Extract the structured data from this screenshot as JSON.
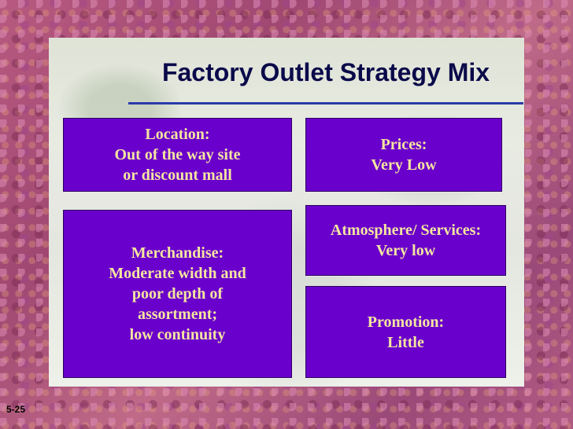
{
  "slide": {
    "title": "Factory Outlet Strategy Mix",
    "number": "5-25"
  },
  "boxes": {
    "location": [
      "Location:",
      "Out of the way site",
      "or discount mall"
    ],
    "prices": [
      "Prices:",
      "Very Low"
    ],
    "merchandise": [
      "Merchandise:",
      "Moderate width and",
      "poor depth of",
      "assortment;",
      "low continuity"
    ],
    "atmosphere": [
      "Atmosphere/ Services:",
      "Very low"
    ],
    "promotion": [
      "Promotion:",
      "Little"
    ]
  },
  "colors": {
    "box_fill": "#6a00cc",
    "box_text": "#f4e6a0",
    "title_text": "#0a0a4a",
    "title_rule": "#2a3aa8"
  }
}
